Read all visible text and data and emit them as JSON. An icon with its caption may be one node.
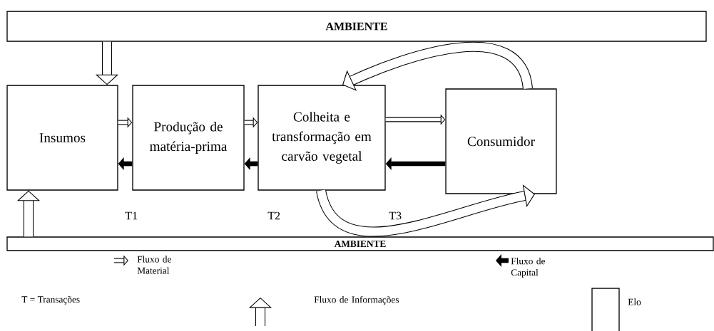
{
  "diagram": {
    "nodes": [
      {
        "text": [
          "AMBIENTE"
        ]
      },
      {
        "text": [
          "Insumos"
        ]
      },
      {
        "text": [
          "Produção de matéria-prima"
        ]
      },
      {
        "text": [
          "Colheita e transformação em carvão vegetal"
        ]
      },
      {
        "text": [
          "Consumidor"
        ]
      },
      {
        "text": [
          "AMBIENTE"
        ]
      }
    ],
    "edges": [
      {
        "from": 0,
        "to": 1,
        "arrow": "to",
        "style": "thick"
      },
      {
        "from": 5,
        "to": 1,
        "arrow": "to",
        "style": "thick"
      },
      {
        "from": 1,
        "to": 2,
        "arrow": "to"
      },
      {
        "from": 2,
        "to": 1,
        "arrow": "to",
        "color": "#000000"
      },
      {
        "from": 2,
        "to": 3,
        "arrow": "to"
      },
      {
        "from": 3,
        "to": 2,
        "arrow": "to",
        "color": "#000000"
      },
      {
        "from": 3,
        "to": 4,
        "arrow": "to"
      },
      {
        "from": 4,
        "to": 3,
        "arrow": "to",
        "color": "#000000"
      },
      {
        "from": 4,
        "to": 3,
        "arrow": "to",
        "style": "thick"
      },
      {
        "from": 3,
        "to": 4,
        "arrow": "to",
        "style": "thick"
      }
    ],
    "labels": [
      "T1",
      "T2",
      "T3",
      "T = Transações"
    ],
    "legend": [
      {
        "text": "Fluxo de Material"
      },
      {
        "text": "Fluxo de Capital"
      },
      {
        "text": "Fluxo de Informações"
      },
      {
        "text": "Elo"
      }
    ]
  }
}
